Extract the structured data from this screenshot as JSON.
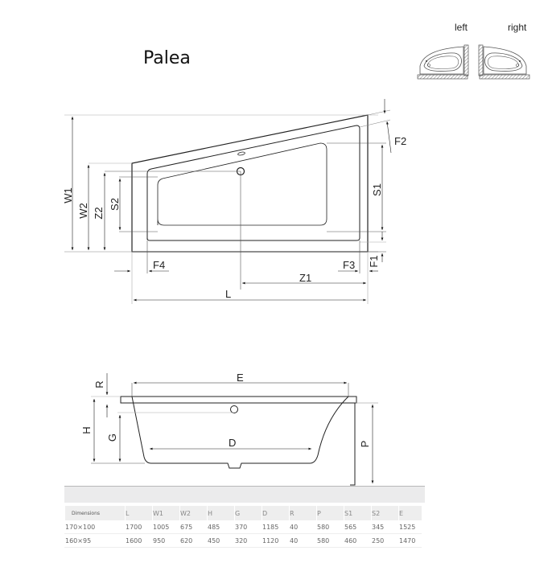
{
  "title": "Palea",
  "variants": {
    "left_label": "left",
    "right_label": "right"
  },
  "top_view": {
    "labels": {
      "W1": "W1",
      "W2": "W2",
      "Z2": "Z2",
      "S2": "S2",
      "S1": "S1",
      "F1": "F1",
      "F2": "F2",
      "F3": "F3",
      "F4": "F4",
      "Z1": "Z1",
      "L": "L"
    }
  },
  "side_view": {
    "labels": {
      "E": "E",
      "R": "R",
      "H": "H",
      "G": "G",
      "D": "D",
      "P": "P"
    }
  },
  "table": {
    "headers": [
      "Dimensions",
      "L",
      "W1",
      "W2",
      "H",
      "G",
      "D",
      "R",
      "P",
      "S1",
      "S2",
      "E"
    ],
    "rows": [
      [
        "170×100",
        "1700",
        "1005",
        "675",
        "485",
        "370",
        "1185",
        "40",
        "580",
        "565",
        "345",
        "1525"
      ],
      [
        "160×95",
        "1600",
        "950",
        "620",
        "450",
        "320",
        "1120",
        "40",
        "580",
        "460",
        "250",
        "1470"
      ]
    ]
  }
}
